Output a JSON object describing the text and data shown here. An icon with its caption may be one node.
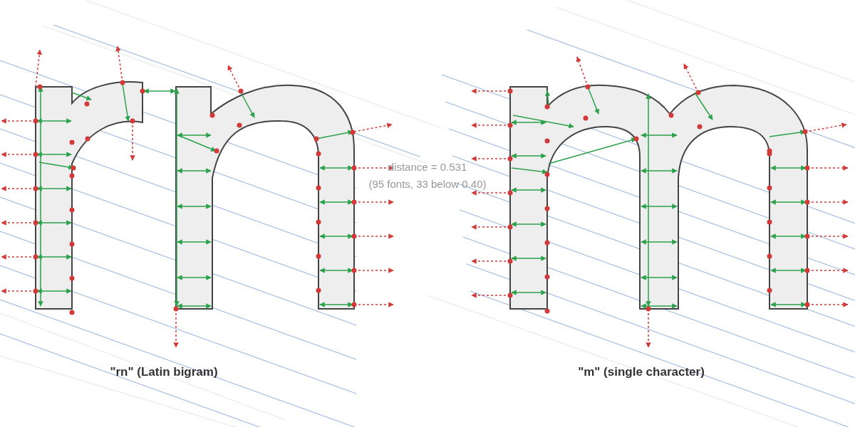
{
  "diagram": {
    "labels": [
      "distance = 0.531",
      "(95 fonts, 33 below 0.40)",
      "\"rn\" (Latin bigram)",
      "\"m\" (single character)"
    ]
  }
}
